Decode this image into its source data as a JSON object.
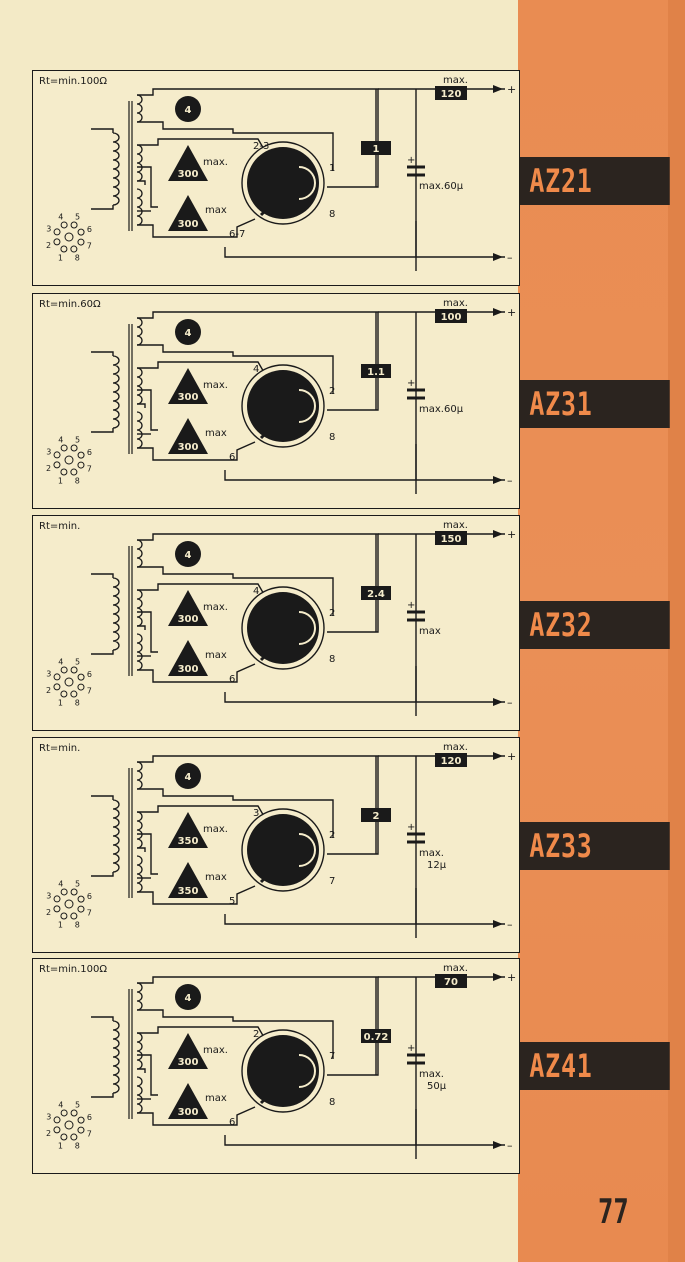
{
  "page_number": "77",
  "circuits": [
    {
      "id": "AZ21",
      "rt": "Rt=min.100Ω",
      "out_label": "max.",
      "out_value": "120",
      "resistor": "1",
      "cap_label": "max.60µ",
      "cap_label2": "",
      "sec_upper": "300",
      "sec_lower": "300",
      "sec_max_upper": "max.",
      "sec_max_lower": "max",
      "heater": "4",
      "pin_anode_a": "2-3",
      "pin_anode_b": "6-7",
      "pin_heater_a": "1",
      "pin_heater_b": "8",
      "socket_pins": [
        "4",
        "5",
        "6",
        "7",
        "8",
        "1",
        "2",
        "3"
      ]
    },
    {
      "id": "AZ31",
      "rt": "Rt=min.60Ω",
      "out_label": "max.",
      "out_value": "100",
      "resistor": "1.1",
      "cap_label": "max.60µ",
      "cap_label2": "",
      "sec_upper": "300",
      "sec_lower": "300",
      "sec_max_upper": "max.",
      "sec_max_lower": "max",
      "heater": "4",
      "pin_anode_a": "4",
      "pin_anode_b": "6",
      "pin_heater_a": "2",
      "pin_heater_b": "8",
      "socket_pins": [
        "4",
        "5",
        "6",
        "7",
        "8",
        "1",
        "2",
        "3"
      ]
    },
    {
      "id": "AZ32",
      "rt": "Rt=min.",
      "out_label": "max.",
      "out_value": "150",
      "resistor": "2.4",
      "cap_label": "max",
      "cap_label2": "",
      "sec_upper": "300",
      "sec_lower": "300",
      "sec_max_upper": "max.",
      "sec_max_lower": "max",
      "heater": "4",
      "pin_anode_a": "4",
      "pin_anode_b": "6",
      "pin_heater_a": "2",
      "pin_heater_b": "8",
      "socket_pins": [
        "4",
        "5",
        "6",
        "7",
        "8",
        "1",
        "2",
        "3"
      ]
    },
    {
      "id": "AZ33",
      "rt": "Rt=min.",
      "out_label": "max.",
      "out_value": "120",
      "resistor": "2",
      "cap_label": "max.",
      "cap_label2": "12µ",
      "sec_upper": "350",
      "sec_lower": "350",
      "sec_max_upper": "max.",
      "sec_max_lower": "max",
      "heater": "4",
      "pin_anode_a": "3",
      "pin_anode_b": "5",
      "pin_heater_a": "2",
      "pin_heater_b": "7",
      "socket_pins": [
        "4",
        "5",
        "6",
        "7",
        "8",
        "1",
        "2",
        "3"
      ]
    },
    {
      "id": "AZ41",
      "rt": "Rt=min.100Ω",
      "out_label": "max.",
      "out_value": "70",
      "resistor": "0.72",
      "cap_label": "max.",
      "cap_label2": "50µ",
      "sec_upper": "300",
      "sec_lower": "300",
      "sec_max_upper": "max.",
      "sec_max_lower": "max",
      "heater": "4",
      "pin_anode_a": "2",
      "pin_anode_b": "6",
      "pin_heater_a": "7",
      "pin_heater_b": "8",
      "socket_pins": [
        "4",
        "5",
        "6",
        "7",
        "8",
        "1",
        "2",
        "3"
      ]
    }
  ]
}
